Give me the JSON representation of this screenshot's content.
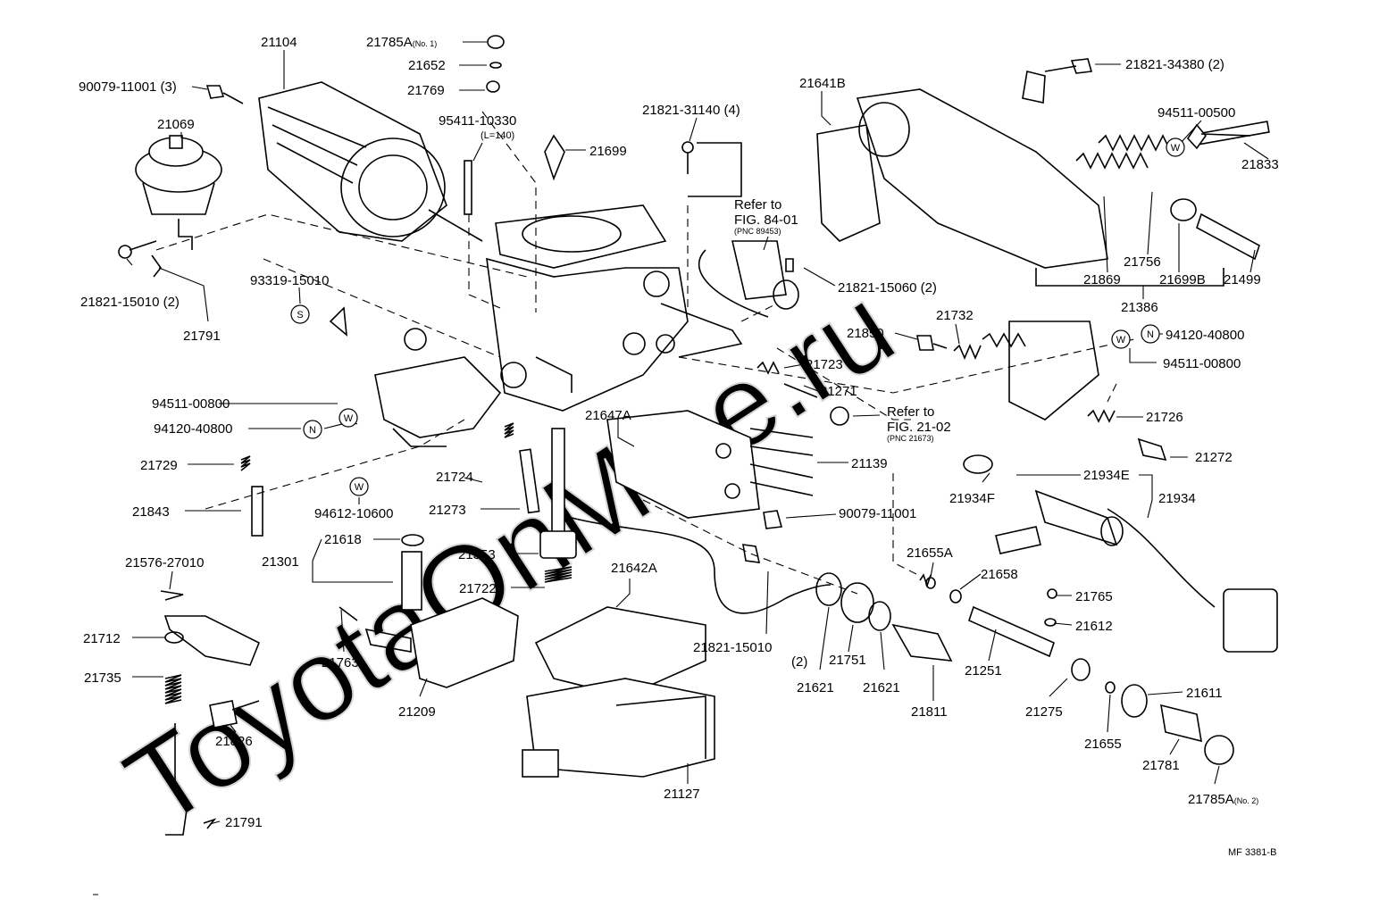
{
  "watermark": "ToyotaOnMine.ru",
  "figure_code": "MF 3381-B",
  "labels": [
    {
      "id": "l1",
      "text": "21785A",
      "suffix": "(No. 1)"
    },
    {
      "id": "l2",
      "text": "21652"
    },
    {
      "id": "l3",
      "text": "21769"
    },
    {
      "id": "l4",
      "text": "90079-11001 (3)"
    },
    {
      "id": "l5",
      "text": "21104"
    },
    {
      "id": "l6",
      "text": "21069"
    },
    {
      "id": "l7",
      "text": "95411-10330"
    },
    {
      "id": "l8",
      "text": "(L=140)"
    },
    {
      "id": "l9",
      "text": "21699"
    },
    {
      "id": "l10",
      "text": "21821-31140 (4)"
    },
    {
      "id": "l11",
      "text": "21641B"
    },
    {
      "id": "l12",
      "text": "21821-34380 (2)"
    },
    {
      "id": "l13",
      "text": "94511-00500"
    },
    {
      "id": "l14",
      "text": "21833"
    },
    {
      "id": "l15",
      "text": "21821-15010 (2)"
    },
    {
      "id": "l16",
      "text": "21791"
    },
    {
      "id": "l17",
      "text": "93319-15010"
    },
    {
      "id": "l18",
      "text": "Refer to"
    },
    {
      "id": "l19",
      "text": "FIG. 84-01"
    },
    {
      "id": "l20",
      "text": "(PNC 89453)"
    },
    {
      "id": "l21",
      "text": "21821-15060 (2)"
    },
    {
      "id": "l22",
      "text": "21756"
    },
    {
      "id": "l23",
      "text": "21869"
    },
    {
      "id": "l24",
      "text": "21699B"
    },
    {
      "id": "l25",
      "text": "21499"
    },
    {
      "id": "l26",
      "text": "21386"
    },
    {
      "id": "l27",
      "text": "21850"
    },
    {
      "id": "l28",
      "text": "21732"
    },
    {
      "id": "l29",
      "text": "94120-40800"
    },
    {
      "id": "l30",
      "text": "94511-00800"
    },
    {
      "id": "l31",
      "text": "21723"
    },
    {
      "id": "l32",
      "text": "21271"
    },
    {
      "id": "l33",
      "text": "Refer to"
    },
    {
      "id": "l34",
      "text": "FIG. 21-02"
    },
    {
      "id": "l35",
      "text": "(PNC 21673)"
    },
    {
      "id": "l36",
      "text": "94511-00800"
    },
    {
      "id": "l37",
      "text": "94120-40800"
    },
    {
      "id": "l38",
      "text": "21647A"
    },
    {
      "id": "l39",
      "text": "21726"
    },
    {
      "id": "l40",
      "text": "21272"
    },
    {
      "id": "l41",
      "text": "21139"
    },
    {
      "id": "l42",
      "text": "21934E"
    },
    {
      "id": "l43",
      "text": "21934F"
    },
    {
      "id": "l44",
      "text": "21934"
    },
    {
      "id": "l45",
      "text": "21729"
    },
    {
      "id": "l46",
      "text": "21724"
    },
    {
      "id": "l47",
      "text": "21843"
    },
    {
      "id": "l48",
      "text": "94612-10600"
    },
    {
      "id": "l49",
      "text": "21273"
    },
    {
      "id": "l50",
      "text": "90079-11001"
    },
    {
      "id": "l51",
      "text": "21618"
    },
    {
      "id": "l52",
      "text": "21353"
    },
    {
      "id": "l53",
      "text": "21301"
    },
    {
      "id": "l54",
      "text": "21655A"
    },
    {
      "id": "l55",
      "text": "21658"
    },
    {
      "id": "l56",
      "text": "21576-27010"
    },
    {
      "id": "l57",
      "text": "21642A"
    },
    {
      "id": "l58",
      "text": "21722"
    },
    {
      "id": "l59",
      "text": "21765"
    },
    {
      "id": "l60",
      "text": "21612"
    },
    {
      "id": "l61",
      "text": "21712"
    },
    {
      "id": "l62",
      "text": "21763"
    },
    {
      "id": "l63",
      "text": "21821-15010"
    },
    {
      "id": "l64",
      "text": "(2)"
    },
    {
      "id": "l65",
      "text": "21751"
    },
    {
      "id": "l66",
      "text": "21621"
    },
    {
      "id": "l67",
      "text": "21621"
    },
    {
      "id": "l68",
      "text": "21251"
    },
    {
      "id": "l69",
      "text": "21611"
    },
    {
      "id": "l70",
      "text": "21735"
    },
    {
      "id": "l71",
      "text": "21209"
    },
    {
      "id": "l72",
      "text": "21811"
    },
    {
      "id": "l73",
      "text": "21275"
    },
    {
      "id": "l74",
      "text": "21655"
    },
    {
      "id": "l75",
      "text": "21826"
    },
    {
      "id": "l76",
      "text": "21781"
    },
    {
      "id": "l77",
      "text": "21127"
    },
    {
      "id": "l78",
      "text": "21785A",
      "suffix": "(No. 2)"
    },
    {
      "id": "l79",
      "text": "21791"
    }
  ],
  "symbols": [
    {
      "id": "s1",
      "letter": "W"
    },
    {
      "id": "s2",
      "letter": "S"
    },
    {
      "id": "s3",
      "letter": "N"
    },
    {
      "id": "s4",
      "letter": "W"
    },
    {
      "id": "s5",
      "letter": "W"
    },
    {
      "id": "s6",
      "letter": "N"
    },
    {
      "id": "s7",
      "letter": "W"
    }
  ]
}
